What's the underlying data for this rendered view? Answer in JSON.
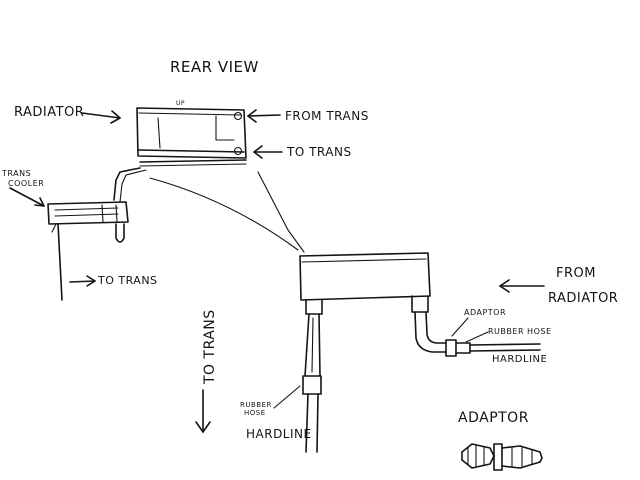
{
  "title": "REAR VIEW",
  "labels": {
    "radiator": "RADIATOR",
    "up": "UP",
    "from_trans": "FROM TRANS",
    "to_trans_top": "TO TRANS",
    "trans_cooler_line1": "TRANS",
    "trans_cooler_line2": "COOLER",
    "to_trans_left": "TO TRANS",
    "to_trans_vertical": "TO TRANS",
    "from_radiator_line1": "FROM",
    "from_radiator_line2": "RADIATOR",
    "adaptor_small": "ADAPTOR",
    "rubber_hose_right": "RUBBER HOSE",
    "hardline_right": "HARDLINE",
    "rubber_hose_left_line1": "RUBBER",
    "rubber_hose_left_line2": "HOSE",
    "hardline_left": "HARDLINE",
    "adaptor_large": "ADAPTOR"
  },
  "colors": {
    "ink": "#141414",
    "paper": "#ffffff"
  }
}
